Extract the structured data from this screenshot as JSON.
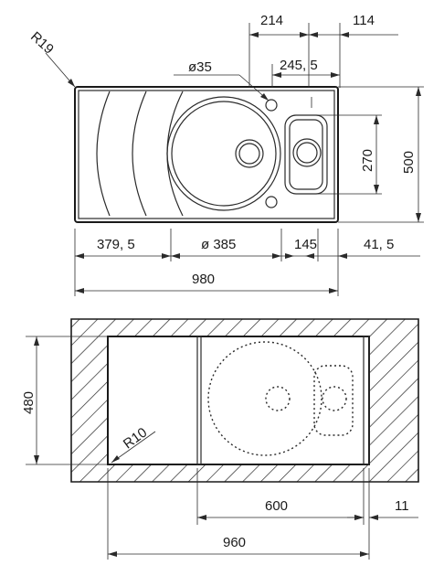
{
  "top_view": {
    "labels": {
      "r19": "R19",
      "d214": "214",
      "d114": "114",
      "d35": "ø35",
      "d245": "245, 5",
      "d270": "270",
      "d500": "500",
      "d379": "379, 5",
      "d385": "ø 385",
      "d145": "145",
      "d41": "41, 5",
      "d980": "980"
    }
  },
  "cutout_view": {
    "labels": {
      "d480": "480",
      "r10": "R10",
      "d600": "600",
      "d11": "11",
      "d960": "960"
    }
  },
  "colors": {
    "line": "#2a2a2a",
    "background": "#ffffff"
  }
}
